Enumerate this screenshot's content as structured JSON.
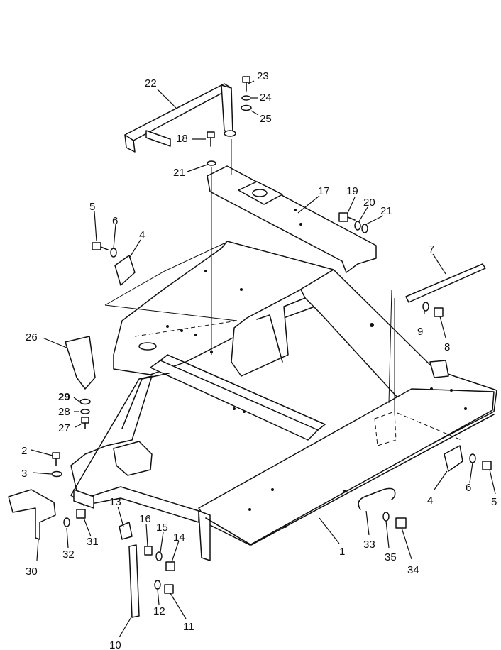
{
  "callouts": [
    {
      "id": "c1",
      "text": "1"
    },
    {
      "id": "c2",
      "text": "2"
    },
    {
      "id": "c3",
      "text": "3"
    },
    {
      "id": "c4a",
      "text": "4"
    },
    {
      "id": "c4b",
      "text": "4"
    },
    {
      "id": "c5a",
      "text": "5"
    },
    {
      "id": "c5b",
      "text": "5"
    },
    {
      "id": "c6a",
      "text": "6"
    },
    {
      "id": "c6b",
      "text": "6"
    },
    {
      "id": "c7",
      "text": "7"
    },
    {
      "id": "c8",
      "text": "8"
    },
    {
      "id": "c9",
      "text": "9"
    },
    {
      "id": "c10",
      "text": "10"
    },
    {
      "id": "c11",
      "text": "11"
    },
    {
      "id": "c12",
      "text": "12"
    },
    {
      "id": "c13",
      "text": "13"
    },
    {
      "id": "c14",
      "text": "14"
    },
    {
      "id": "c15",
      "text": "15"
    },
    {
      "id": "c16",
      "text": "16"
    },
    {
      "id": "c17",
      "text": "17"
    },
    {
      "id": "c18",
      "text": "18"
    },
    {
      "id": "c19",
      "text": "19"
    },
    {
      "id": "c20",
      "text": "20"
    },
    {
      "id": "c21a",
      "text": "21"
    },
    {
      "id": "c21b",
      "text": "21"
    },
    {
      "id": "c22",
      "text": "22"
    },
    {
      "id": "c23",
      "text": "23"
    },
    {
      "id": "c24",
      "text": "24"
    },
    {
      "id": "c25",
      "text": "25"
    },
    {
      "id": "c26",
      "text": "26"
    },
    {
      "id": "c27",
      "text": "27"
    },
    {
      "id": "c28",
      "text": "28"
    },
    {
      "id": "c29",
      "text": "29"
    },
    {
      "id": "c30",
      "text": "30"
    },
    {
      "id": "c31",
      "text": "31"
    },
    {
      "id": "c32",
      "text": "32"
    },
    {
      "id": "c33",
      "text": "33"
    },
    {
      "id": "c34",
      "text": "34"
    },
    {
      "id": "c35",
      "text": "35"
    }
  ]
}
